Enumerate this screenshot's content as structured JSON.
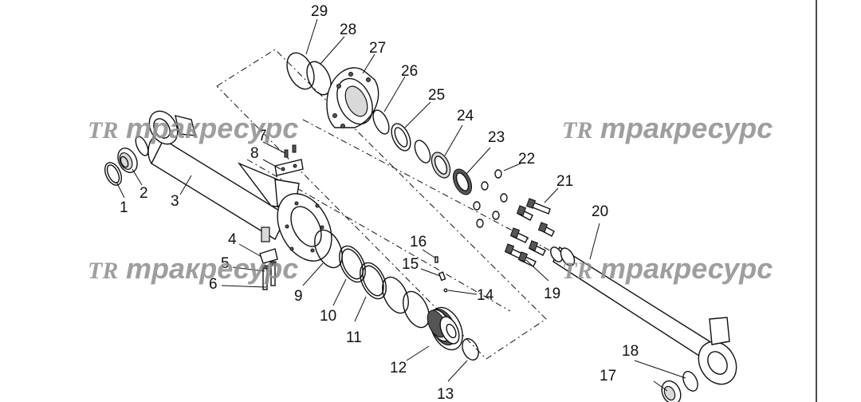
{
  "watermark": {
    "logo": "TR",
    "text": "тракресурс"
  },
  "callouts": {
    "n1": "1",
    "n2": "2",
    "n3": "3",
    "n4": "4",
    "n5": "5",
    "n6": "6",
    "n7": "7",
    "n8": "8",
    "n9": "9",
    "n10": "10",
    "n11": "11",
    "n12": "12",
    "n13": "13",
    "n14": "14",
    "n15": "15",
    "n16": "16",
    "n17": "17",
    "n18": "18",
    "n19": "19",
    "n20": "20",
    "n21": "21",
    "n22": "22",
    "n23": "23",
    "n24": "24",
    "n25": "25",
    "n26": "26",
    "n27": "27",
    "n28": "28",
    "n29": "29"
  }
}
